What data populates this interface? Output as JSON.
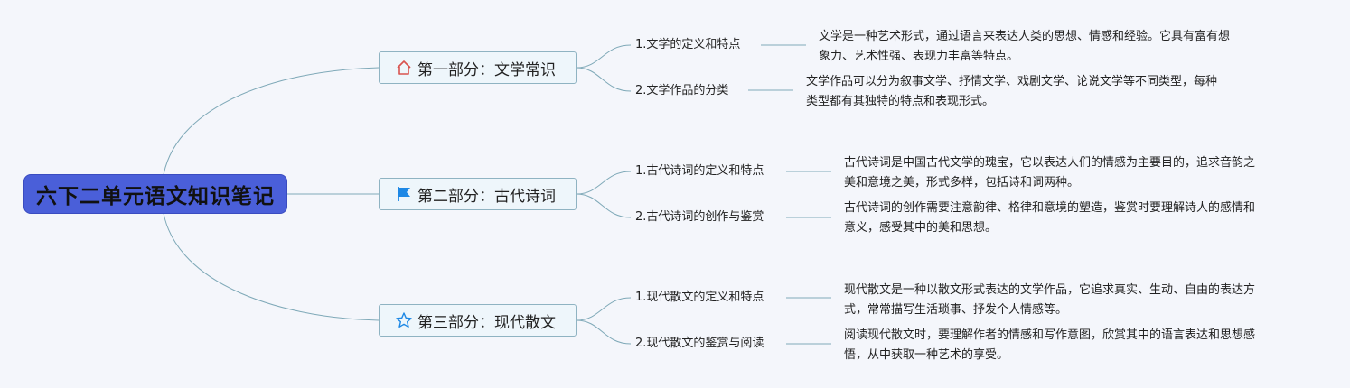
{
  "root": {
    "title": "六下二单元语文知识笔记"
  },
  "sections": [
    {
      "title": "第一部分：文学常识",
      "icon": "home-icon",
      "items": [
        {
          "label": "1.文学的定义和特点",
          "desc_lines": [
            "文学是一种艺术形式，通过语言来表达人类的思想、情感和经验。它具有富有想",
            "象力、艺术性强、表现力丰富等特点。"
          ]
        },
        {
          "label": "2.文学作品的分类",
          "desc_lines": [
            "文学作品可以分为叙事文学、抒情文学、戏剧文学、论说文学等不同类型，每种",
            "类型都有其独特的特点和表现形式。"
          ]
        }
      ]
    },
    {
      "title": "第二部分：古代诗词",
      "icon": "flag-icon",
      "items": [
        {
          "label": "1.古代诗词的定义和特点",
          "desc_lines": [
            "古代诗词是中国古代文学的瑰宝，它以表达人们的情感为主要目的，追求音韵之",
            "美和意境之美，形式多样，包括诗和词两种。"
          ]
        },
        {
          "label": "2.古代诗词的创作与鉴赏",
          "desc_lines": [
            "古代诗词的创作需要注意韵律、格律和意境的塑造，鉴赏时要理解诗人的感情和",
            "意义，感受其中的美和思想。"
          ]
        }
      ]
    },
    {
      "title": "第三部分：现代散文",
      "icon": "star-icon",
      "items": [
        {
          "label": "1.现代散文的定义和特点",
          "desc_lines": [
            "现代散文是一种以散文形式表达的文学作品，它追求真实、生动、自由的表达方",
            "式，常常描写生活琐事、抒发个人情感等。"
          ]
        },
        {
          "label": "2.现代散文的鉴赏与阅读",
          "desc_lines": [
            "阅读现代散文时，要理解作者的情感和写作意图，欣赏其中的语言表达和思想感",
            "悟，从中获取一种艺术的享受。"
          ]
        }
      ]
    }
  ],
  "colors": {
    "root_fill": "#4a5fd9",
    "section_border": "#8fb3c2",
    "connector": "#7fa9b8",
    "home_icon": "#d9534f",
    "flag_icon": "#1e88e5",
    "star_icon": "#1e88e5"
  }
}
